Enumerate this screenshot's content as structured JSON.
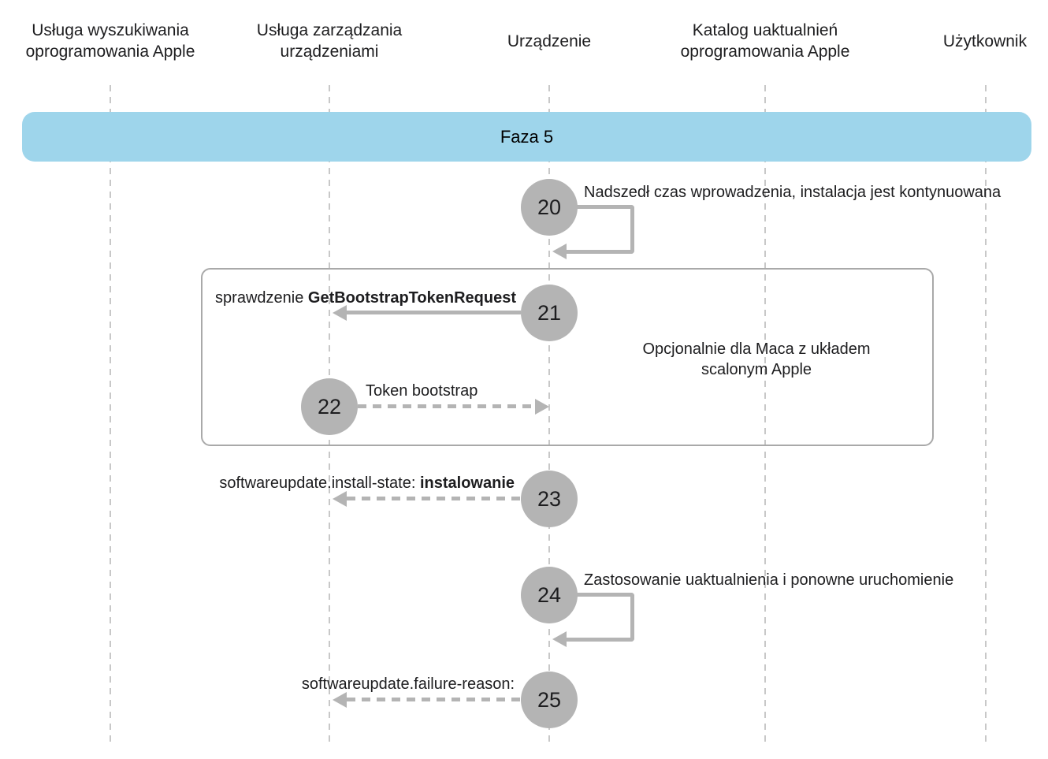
{
  "diagram": {
    "kind": "sequence-diagram",
    "phase": {
      "label": "Faza 5"
    },
    "lifelines": [
      {
        "label": "Usługa wyszukiwania oprogramowania Apple"
      },
      {
        "label": "Usługa zarządzania urządzeniami"
      },
      {
        "label": "Urządzenie"
      },
      {
        "label": "Katalog uaktualnień oprogramowania Apple"
      },
      {
        "label": "Użytkownik"
      }
    ],
    "optional_fragment": {
      "note": "Opcjonalnie dla Maca z układem scalonym Apple"
    },
    "steps": [
      {
        "number": "20",
        "arrow": "self-loop-solid",
        "label": "Nadszedł czas wprowadzenia, instalacja jest kontynuowana"
      },
      {
        "number": "21",
        "arrow": "solid-left",
        "label_plain": "sprawdzenie ",
        "label_emphasis": "GetBootstrapTokenRequest"
      },
      {
        "number": "22",
        "arrow": "dashed-right",
        "label": "Token bootstrap"
      },
      {
        "number": "23",
        "arrow": "dashed-left",
        "label_plain": "softwareupdate.install-state: ",
        "label_emphasis": "instalowanie"
      },
      {
        "number": "24",
        "arrow": "self-loop-solid",
        "label": "Zastosowanie uaktualnienia i ponowne uruchomienie"
      },
      {
        "number": "25",
        "arrow": "dashed-left",
        "label": "softwareupdate.failure-reason:"
      }
    ],
    "colors": {
      "banner_bg": "#9ED5EB",
      "circle_bg": "#B4B4B4",
      "arrow_color": "#B4B4B4",
      "lifeline_color": "#C8C8C8",
      "fragment_border": "#A9A9A9",
      "text_color": "#1D1D1F"
    }
  }
}
